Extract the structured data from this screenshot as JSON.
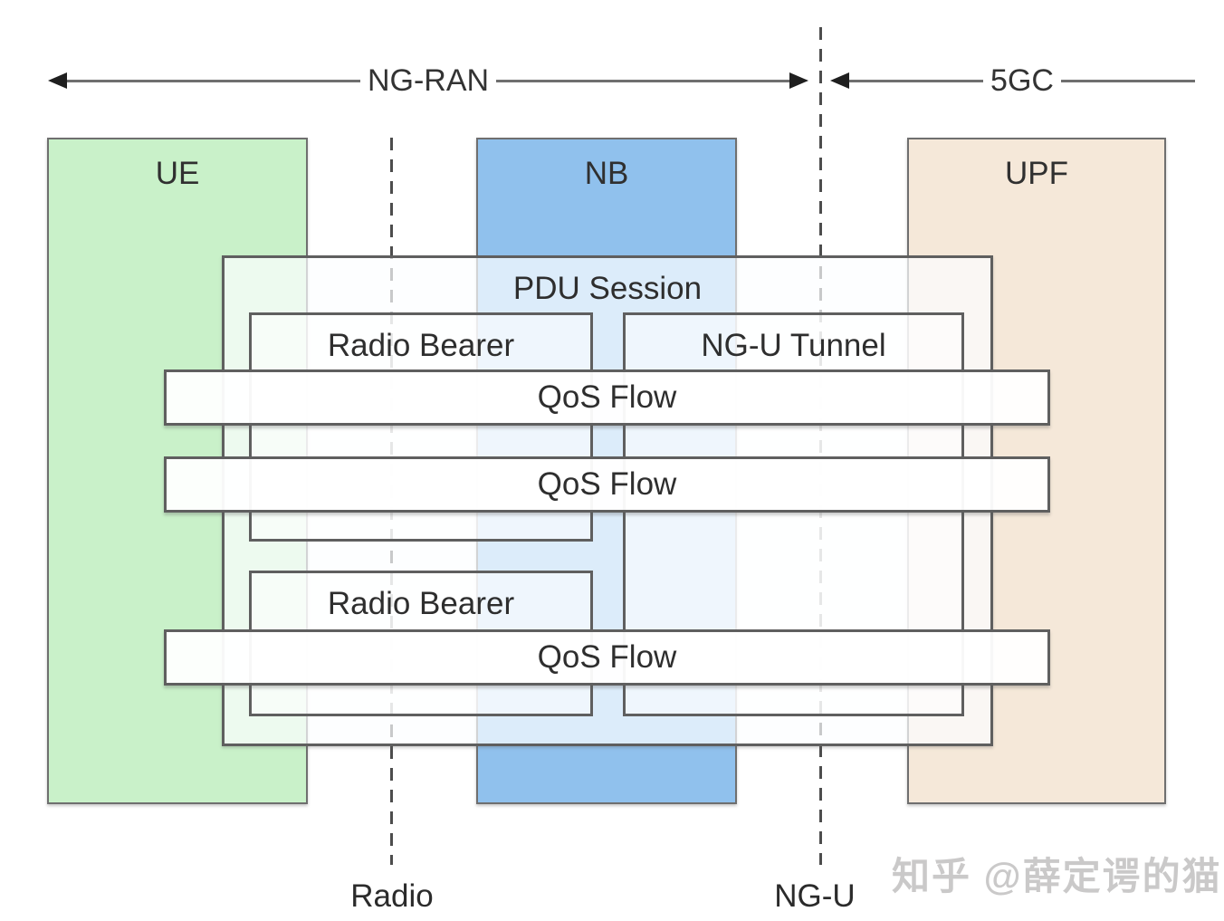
{
  "header": {
    "ng_ran": "NG-RAN",
    "fivegc": "5GC"
  },
  "columns": {
    "ue": "UE",
    "nb": "NB",
    "upf": "UPF"
  },
  "overlays": {
    "pdu_session": "PDU Session",
    "radio_bearer_top": "Radio Bearer",
    "ng_u_tunnel": "NG-U Tunnel",
    "radio_bearer_bottom": "Radio Bearer",
    "qos_flows": [
      "QoS Flow",
      "QoS Flow",
      "QoS Flow"
    ]
  },
  "footer": {
    "radio": "Radio",
    "ng_u": "NG-U",
    "watermark": "知乎 @薛定谔的猫"
  },
  "colors": {
    "ue-fill": "#c9f1c9",
    "nb-fill": "#90c1ed",
    "upf-fill": "#f5e8d9",
    "box-border": "#5f5f5f",
    "line-grey": "#6f6f6f",
    "dash-grey": "#4d4d4d",
    "label-text": "#2e2e2e",
    "watermark-grey": "#cac9c9"
  }
}
